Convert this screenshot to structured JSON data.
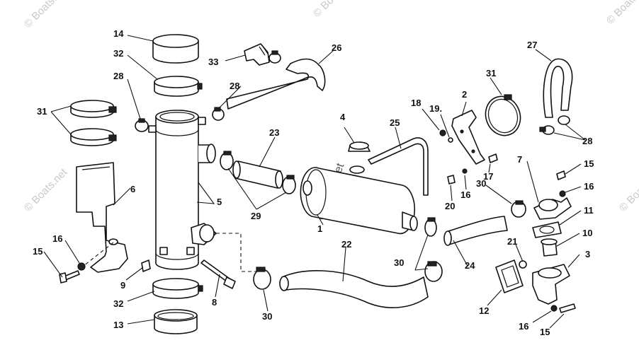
{
  "watermark": "© Boats.net",
  "callouts": [
    {
      "id": "c1",
      "label": "1"
    },
    {
      "id": "c2",
      "label": "2"
    },
    {
      "id": "c3",
      "label": "3"
    },
    {
      "id": "c4",
      "label": "4"
    },
    {
      "id": "c5",
      "label": "5"
    },
    {
      "id": "c6",
      "label": "6"
    },
    {
      "id": "c7",
      "label": "7"
    },
    {
      "id": "c8",
      "label": "8"
    },
    {
      "id": "c9",
      "label": "9"
    },
    {
      "id": "c10",
      "label": "10"
    },
    {
      "id": "c11",
      "label": "11"
    },
    {
      "id": "c12",
      "label": "12"
    },
    {
      "id": "c13",
      "label": "13"
    },
    {
      "id": "c14",
      "label": "14"
    },
    {
      "id": "c15a",
      "label": "15"
    },
    {
      "id": "c15b",
      "label": "15"
    },
    {
      "id": "c15c",
      "label": "15"
    },
    {
      "id": "c16a",
      "label": "16"
    },
    {
      "id": "c16b",
      "label": "16"
    },
    {
      "id": "c16c",
      "label": "16"
    },
    {
      "id": "c16d",
      "label": "16"
    },
    {
      "id": "c17",
      "label": "17"
    },
    {
      "id": "c18",
      "label": "18"
    },
    {
      "id": "c19",
      "label": "19."
    },
    {
      "id": "c20",
      "label": "20"
    },
    {
      "id": "c21",
      "label": "21"
    },
    {
      "id": "c22",
      "label": "22"
    },
    {
      "id": "c23",
      "label": "23"
    },
    {
      "id": "c24",
      "label": "24"
    },
    {
      "id": "c25",
      "label": "25"
    },
    {
      "id": "c26",
      "label": "26"
    },
    {
      "id": "c27",
      "label": "27"
    },
    {
      "id": "c28a",
      "label": "28"
    },
    {
      "id": "c28b",
      "label": "28"
    },
    {
      "id": "c28c",
      "label": "28"
    },
    {
      "id": "c29",
      "label": "29"
    },
    {
      "id": "c30a",
      "label": "30"
    },
    {
      "id": "c30b",
      "label": "30"
    },
    {
      "id": "c30c",
      "label": "30"
    },
    {
      "id": "c31a",
      "label": "31"
    },
    {
      "id": "c31b",
      "label": "31"
    },
    {
      "id": "c32a",
      "label": "32"
    },
    {
      "id": "c32b",
      "label": "32"
    },
    {
      "id": "c33",
      "label": "33"
    }
  ]
}
